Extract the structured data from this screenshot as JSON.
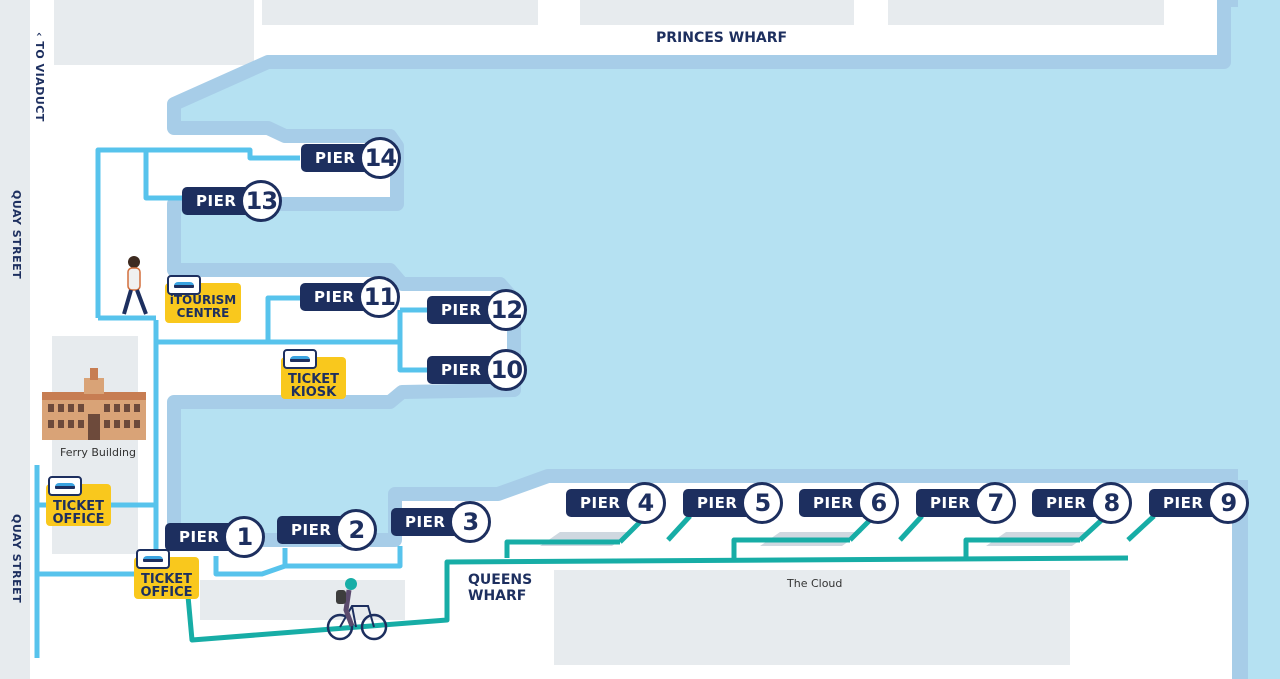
{
  "map": {
    "streets": {
      "princes_wharf": "PRINCES WHARF",
      "to_viaduct": "TO VIADUCT",
      "quay_street_upper": "QUAY STREET",
      "quay_street_lower": "QUAY STREET",
      "queens_wharf_line1": "QUEENS",
      "queens_wharf_line2": "WHARF"
    },
    "buildings": {
      "ferry_building": "Ferry Building",
      "the_cloud": "The Cloud"
    },
    "piers": [
      {
        "label": "PIER",
        "number": "1"
      },
      {
        "label": "PIER",
        "number": "2"
      },
      {
        "label": "PIER",
        "number": "3"
      },
      {
        "label": "PIER",
        "number": "4"
      },
      {
        "label": "PIER",
        "number": "5"
      },
      {
        "label": "PIER",
        "number": "6"
      },
      {
        "label": "PIER",
        "number": "7"
      },
      {
        "label": "PIER",
        "number": "8"
      },
      {
        "label": "PIER",
        "number": "9"
      },
      {
        "label": "PIER",
        "number": "10"
      },
      {
        "label": "PIER",
        "number": "11"
      },
      {
        "label": "PIER",
        "number": "12"
      },
      {
        "label": "PIER",
        "number": "13"
      },
      {
        "label": "PIER",
        "number": "14"
      }
    ],
    "facilities": {
      "itourism": {
        "line1": "iTOURISM",
        "line2": "CENTRE"
      },
      "ticket_kiosk": {
        "line1": "TICKET",
        "line2": "KIOSK"
      },
      "ticket_office_left": {
        "line1": "TICKET",
        "line2": "OFFICE"
      },
      "ticket_office_center": {
        "line1": "TICKET",
        "line2": "OFFICE"
      }
    },
    "icons": [
      "arrow-left-icon",
      "pedestrian-icon",
      "cyclist-icon",
      "ferry-building-icon",
      "ferry-logo-icon"
    ],
    "colors": {
      "water": "#b5e1f2",
      "wharf_edge": "#a7cde8",
      "walk_path": "#57c3ec",
      "cycle_path": "#17ada6",
      "pier_navy": "#1d2f5f",
      "facility_yellow": "#f9c81d",
      "building_grey": "#e7ebee"
    }
  }
}
